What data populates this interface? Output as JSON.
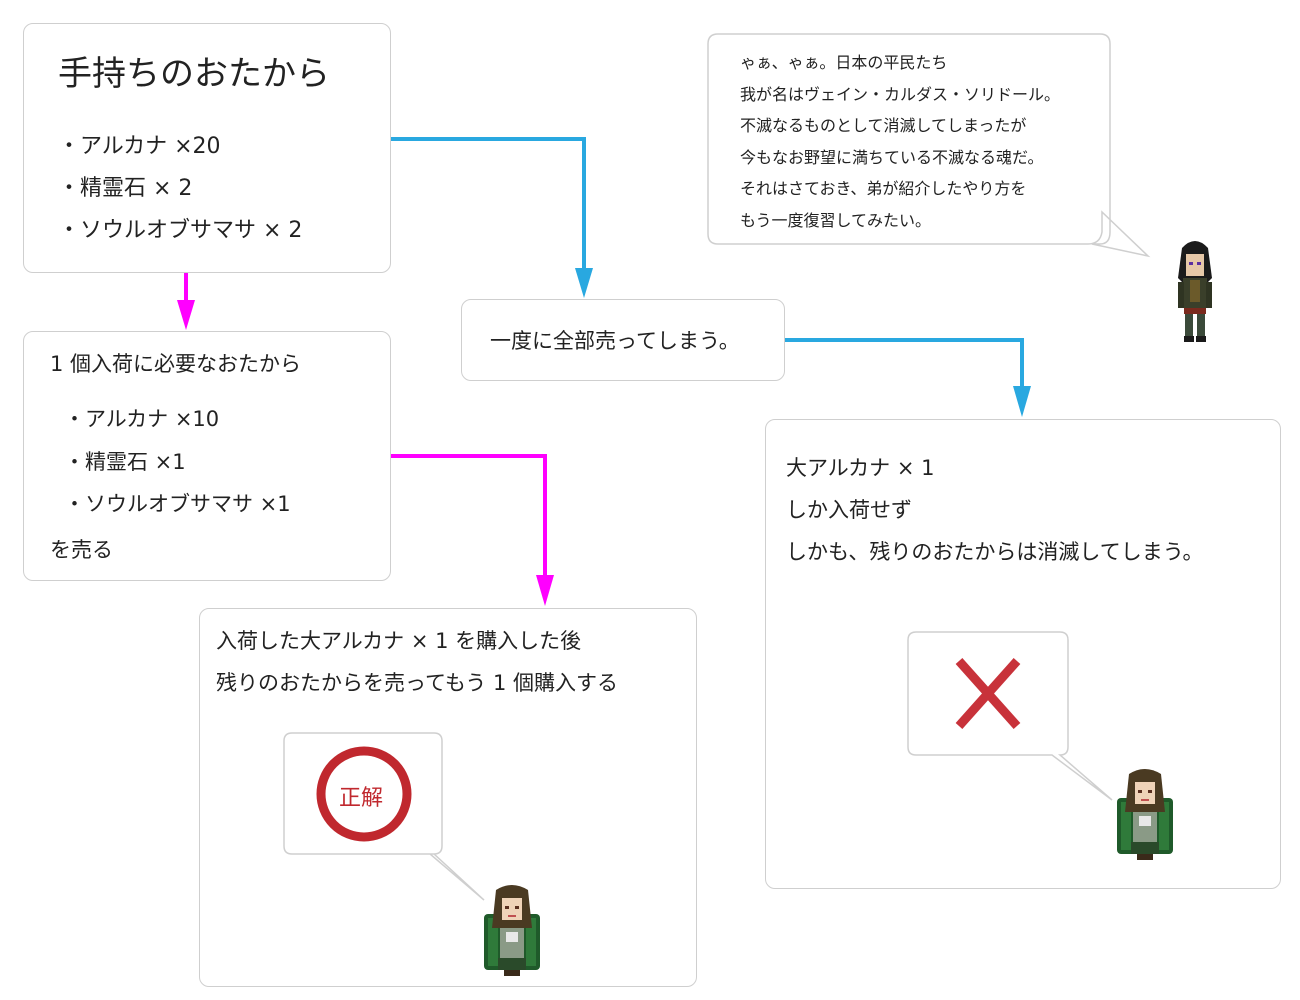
{
  "treasure_box": {
    "title": "手持ちのおたから",
    "items": [
      "・アルカナ ×20",
      "・精霊石 × 2",
      "・ソウルオブサマサ × 2"
    ]
  },
  "requirement_box": {
    "heading": "1 個入荷に必要なおたから",
    "items": [
      "・アルカナ ×10",
      "・精霊石 ×1",
      "・ソウルオブサマサ ×1"
    ],
    "footer": "を売る"
  },
  "sell_all_box": {
    "text": "一度に全部売ってしまう。"
  },
  "correct_box": {
    "lines": [
      "入荷した大アルカナ × 1 を購入した後",
      "残りのおたからを売ってもう 1 個購入する"
    ],
    "badge": "正解"
  },
  "wrong_box": {
    "lines": [
      "大アルカナ × 1",
      "しか入荷せず",
      "しかも、残りのおたからは消滅してしまう。"
    ],
    "mark": "cross-mark-icon"
  },
  "speech": {
    "lines": [
      "ゃぁ、ゃぁ。日本の平民たち",
      "我が名はヴェイン・カルダス・ソリドール。",
      "不滅なるものとして消滅してしまったが",
      "今もなお野望に満ちている不滅なる魂だ。",
      "それはさておき、弟が紹介したやり方を",
      "もう一度復習してみたい。"
    ]
  },
  "colors": {
    "magenta_arrow": "#ff00ff",
    "blue_arrow": "#29a8e0",
    "correct_red": "#c0282e",
    "cross_red": "#c8323a",
    "box_border": "#cfcfcf"
  }
}
